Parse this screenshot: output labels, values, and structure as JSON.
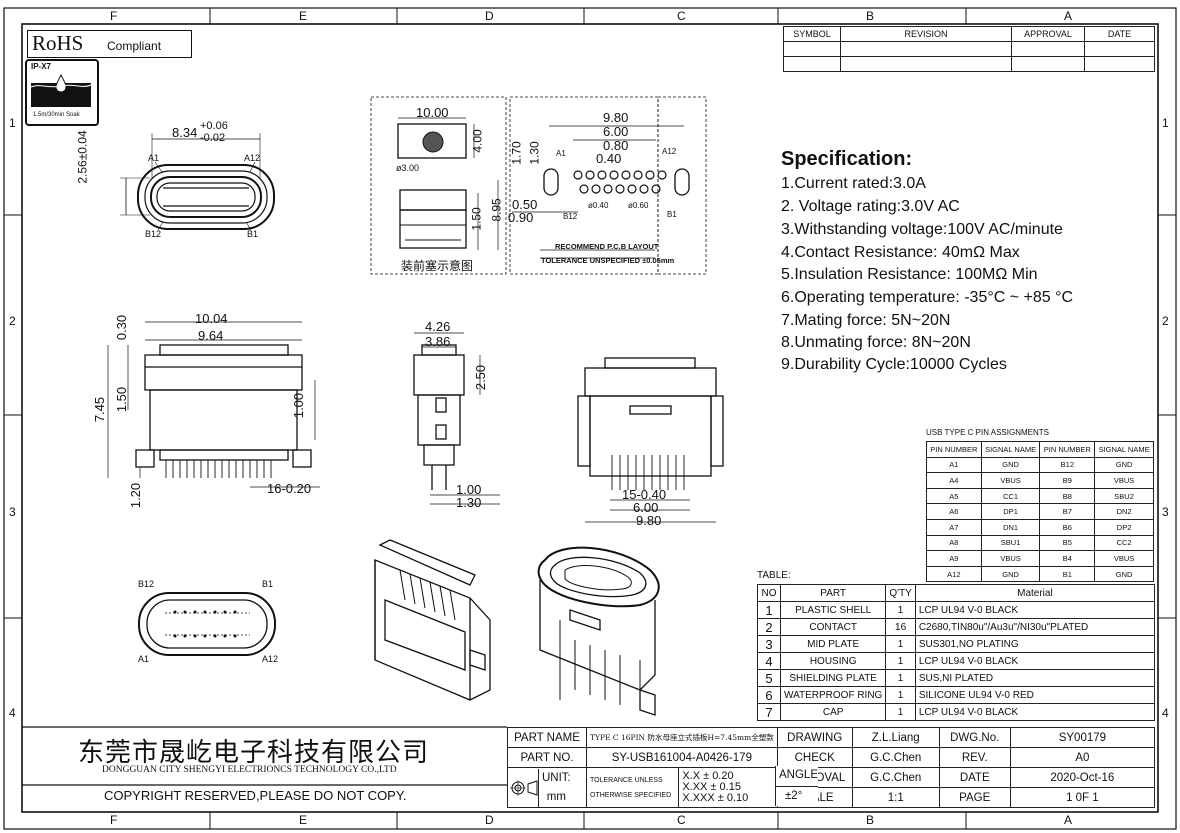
{
  "frame": {
    "columns": [
      "F",
      "E",
      "D",
      "C",
      "B",
      "A"
    ],
    "rows": [
      "1",
      "2",
      "3",
      "4"
    ]
  },
  "rohs": {
    "big": "RoHS",
    "small": "Compliant"
  },
  "ip_badge": {
    "title": "IP-X7",
    "caption": "1.5m/30min Soak"
  },
  "revision_table": {
    "headers": [
      "SYMBOL",
      "REVISION",
      "APPROVAL",
      "DATE"
    ]
  },
  "dimensions": {
    "top_view": {
      "width": "8.34",
      "tol_plus": "+0.06",
      "tol_minus": "-0.02",
      "height": "2.56±0.04",
      "pins": [
        "A1",
        "A12",
        "B12",
        "B1"
      ]
    },
    "panel": {
      "width": "10.00",
      "height": "4.00",
      "hole": "ø3.00",
      "h2": "8.95",
      "h3": "1.50",
      "caption": "装前塞示意图"
    },
    "pcb": {
      "w1": "9.80",
      "w2": "6.00",
      "w3": "0.80",
      "w4": "0.40",
      "h1": "1.70",
      "h2": "1.30",
      "p1": "0.50",
      "p2": "0.90",
      "d1": "ø0.40",
      "d2": "ø0.60",
      "pins": [
        "A1",
        "A12",
        "B12",
        "B1"
      ],
      "label1": "RECOMMEND P.C.B LAYOUT",
      "label2": "TOLERANCE UNSPECIFIED ±0.05mm"
    },
    "front": {
      "w1": "10.04",
      "w2": "9.64",
      "h1": "0.30",
      "h2": "1.50",
      "h3": "7.45",
      "h4": "1.00",
      "h5": "1.20",
      "pitch": "16-0.20"
    },
    "side": {
      "w1": "4.26",
      "w2": "3.86",
      "h1": "2.50",
      "h2": "1.00",
      "h3": "1.30"
    },
    "rear": {
      "p1": "15-0.40",
      "w1": "6.00",
      "w2": "9.80"
    },
    "bottom_pins": [
      "B12",
      "B1",
      "A1",
      "A12"
    ]
  },
  "spec": {
    "title": "Specification:",
    "lines": [
      "1.Current rated:3.0A",
      "2. Voltage rating:3.0V AC",
      "3.Withstanding voltage:100V AC/minute",
      "4.Contact Resistance: 40mΩ Max",
      "5.Insulation Resistance: 100MΩ Min",
      "6.Operating temperature: -35°C ~ +85 °C",
      "7.Mating force: 5N~20N",
      "8.Unmating force: 8N~20N",
      "9.Durability Cycle:10000 Cycles"
    ]
  },
  "pin_assign": {
    "title": "USB TYPE C PIN ASSIGNMENTS",
    "headers": [
      "PIN NUMBER",
      "SIGNAL NAME",
      "PIN NUMBER",
      "SIGNAL NAME"
    ],
    "rows": [
      [
        "A1",
        "GND",
        "B12",
        "GND"
      ],
      [
        "A4",
        "VBUS",
        "B9",
        "VBUS"
      ],
      [
        "A5",
        "CC1",
        "B8",
        "SBU2"
      ],
      [
        "A6",
        "DP1",
        "B7",
        "DN2"
      ],
      [
        "A7",
        "DN1",
        "B6",
        "DP2"
      ],
      [
        "A8",
        "SBU1",
        "B5",
        "CC2"
      ],
      [
        "A9",
        "VBUS",
        "B4",
        "VBUS"
      ],
      [
        "A12",
        "GND",
        "B1",
        "GND"
      ]
    ]
  },
  "bom": {
    "title": "TABLE:",
    "headers": [
      "NO",
      "PART",
      "Q'TY",
      "Material"
    ],
    "rows": [
      [
        "1",
        "PLASTIC SHELL",
        "1",
        "LCP UL94 V-0 BLACK"
      ],
      [
        "2",
        "CONTACT",
        "16",
        "C2680,TIN80u\"/Au3u\"/NI30u\"PLATED"
      ],
      [
        "3",
        "MID PLATE",
        "1",
        "SUS301,NO PLATING"
      ],
      [
        "4",
        "HOUSING",
        "1",
        "LCP UL94 V-0 BLACK"
      ],
      [
        "5",
        "SHIELDING PLATE",
        "1",
        "SUS,NI PLATED"
      ],
      [
        "6",
        "WATERPROOF RING",
        "1",
        "SILICONE UL94 V-0 RED"
      ],
      [
        "7",
        "CAP",
        "1",
        "LCP UL94 V-0 BLACK"
      ]
    ]
  },
  "company": {
    "name_cn": "东莞市晟屹电子科技有限公司",
    "name_en": "DONGGUAN CITY SHENGYI ELECTRIONCS TECHNOLOGY CO.,LTD",
    "copyright": "COPYRIGHT RESERVED,PLEASE DO NOT COPY."
  },
  "title_block": {
    "part_name_label": "PART NAME",
    "part_name": "TYPE C 16PIN 防水母座立式插板H=7.45mm全塑款",
    "part_no_label": "PART NO.",
    "part_no": "SY-USB161004-A0426-179",
    "unit_label": "UNIT:",
    "unit": "mm",
    "tol_label1": "TOLERANCE UNLESS",
    "tol_label2": "OTHERWISE SPECIFIED",
    "tol1": "X.X ± 0.20",
    "tol2": "X.XX ± 0.15",
    "tol3": "X.XXX ± 0.10",
    "angle_label": "ANGLE",
    "angle": "±2°",
    "drawing_label": "DRAWING",
    "drawing": "Z.L.Liang",
    "check_label": "CHECK",
    "check": "G.C.Chen",
    "approval_label": "APPROVAL",
    "approval": "G.C.Chen",
    "scale_label": "SCALE",
    "scale": "1:1",
    "dwg_label": "DWG.No.",
    "dwg": "SY00179",
    "rev_label": "REV.",
    "rev": "A0",
    "date_label": "DATE",
    "date": "2020-Oct-16",
    "page_label": "PAGE",
    "page": "1 0F 1"
  }
}
